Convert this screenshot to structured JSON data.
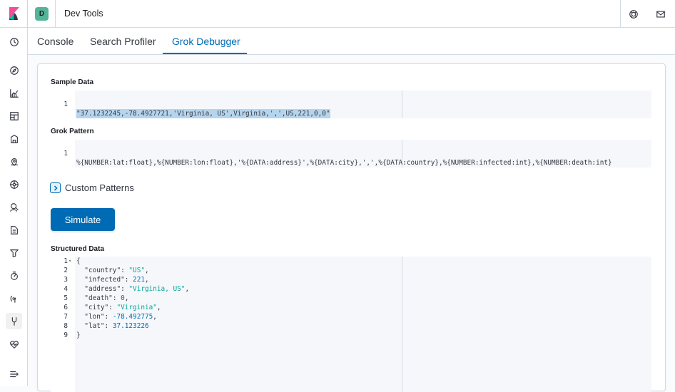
{
  "header": {
    "space_initial": "D",
    "app_title": "Dev Tools"
  },
  "tabs": [
    {
      "label": "Console"
    },
    {
      "label": "Search Profiler"
    },
    {
      "label": "Grok Debugger"
    }
  ],
  "sample_data": {
    "label": "Sample Data",
    "lines": [
      {
        "num": "1",
        "text": "\"37.1232245,-78.4927721,'Virginia, US',Virginia,',',US,221,0,0\""
      }
    ]
  },
  "grok_pattern": {
    "label": "Grok Pattern",
    "lines": [
      {
        "num": "1",
        "text": "%{NUMBER:lat:float},%{NUMBER:lon:float},'%{DATA:address}',%{DATA:city},',',%{DATA:country},%{NUMBER:infected:int},%{NUMBER:death:int}"
      }
    ]
  },
  "custom_patterns": {
    "label": "Custom Patterns"
  },
  "simulate": {
    "label": "Simulate"
  },
  "structured_data": {
    "label": "Structured Data",
    "lines": [
      {
        "num": "1",
        "open": "{"
      },
      {
        "num": "2",
        "key": "\"country\"",
        "sep": ": ",
        "val": "\"US\"",
        "vtype": "s",
        "end": ","
      },
      {
        "num": "3",
        "key": "\"infected\"",
        "sep": ": ",
        "val": "221",
        "vtype": "n",
        "end": ","
      },
      {
        "num": "4",
        "key": "\"address\"",
        "sep": ": ",
        "val": "\"Virginia, US\"",
        "vtype": "s",
        "end": ","
      },
      {
        "num": "5",
        "key": "\"death\"",
        "sep": ": ",
        "val": "0",
        "vtype": "n",
        "end": ","
      },
      {
        "num": "6",
        "key": "\"city\"",
        "sep": ": ",
        "val": "\"Virginia\"",
        "vtype": "s",
        "end": ","
      },
      {
        "num": "7",
        "key": "\"lon\"",
        "sep": ": ",
        "val": "-78.492775",
        "vtype": "n",
        "end": ","
      },
      {
        "num": "8",
        "key": "\"lat\"",
        "sep": ": ",
        "val": "37.123226",
        "vtype": "n",
        "end": ""
      },
      {
        "num": "9",
        "open": "}"
      }
    ]
  },
  "sidebar_icons": [
    "kibana-logo",
    "recently-viewed-icon",
    "discover-icon",
    "visualize-icon",
    "dashboard-icon",
    "canvas-icon",
    "maps-icon",
    "ml-icon",
    "siem-icon",
    "logs-icon",
    "apm-icon",
    "uptime-icon",
    "stack-monitoring-icon",
    "dev-tools-icon",
    "management-icon",
    "collapse-menu-icon"
  ]
}
